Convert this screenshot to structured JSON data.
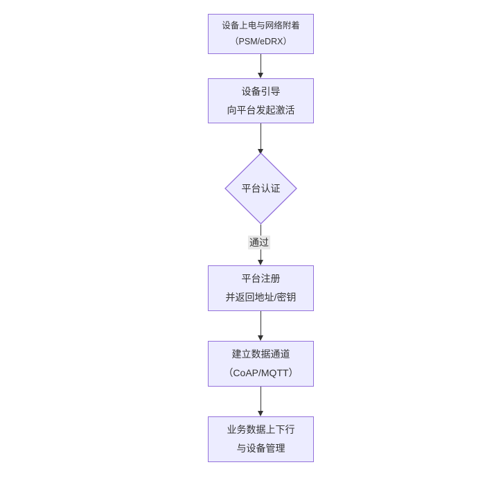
{
  "diagram": {
    "type": "flowchart-top-down",
    "colors": {
      "background": "#ffffff",
      "node_fill": "#ECECFF",
      "node_border": "#9370DB",
      "edge_line": "#333333",
      "text": "#333333",
      "edge_label_bg": "#e8e8e8"
    },
    "nodes": [
      {
        "id": "power-attach",
        "shape": "rect",
        "lines": [
          "设备上电与网络附着",
          "（PSM/eDRX）"
        ]
      },
      {
        "id": "bootstrap",
        "shape": "rect",
        "lines": [
          "设备引导",
          "向平台发起激活"
        ]
      },
      {
        "id": "platform-auth",
        "shape": "diamond",
        "lines": [
          "平台认证"
        ]
      },
      {
        "id": "platform-register",
        "shape": "rect",
        "lines": [
          "平台注册",
          "并返回地址/密钥"
        ]
      },
      {
        "id": "data-channel",
        "shape": "rect",
        "lines": [
          "建立数据通道",
          "（CoAP/MQTT）"
        ]
      },
      {
        "id": "business-data",
        "shape": "rect",
        "lines": [
          "业务数据上下行",
          "与设备管理"
        ]
      }
    ],
    "edges": [
      {
        "from": "power-attach",
        "to": "bootstrap",
        "label": ""
      },
      {
        "from": "bootstrap",
        "to": "platform-auth",
        "label": ""
      },
      {
        "from": "platform-auth",
        "to": "platform-register",
        "label": "通过"
      },
      {
        "from": "platform-register",
        "to": "data-channel",
        "label": ""
      },
      {
        "from": "data-channel",
        "to": "business-data",
        "label": ""
      }
    ]
  }
}
